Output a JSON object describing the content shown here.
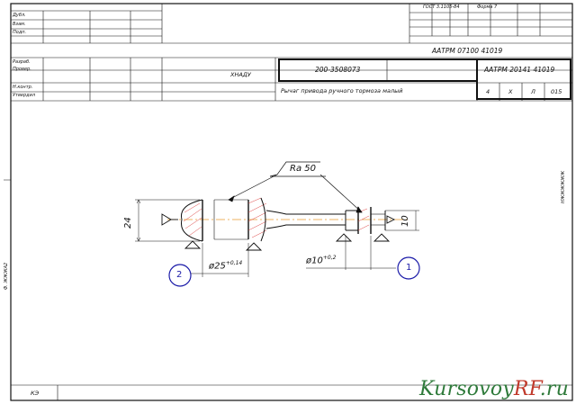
{
  "stamp": {
    "gost": "ГОСТ 3.1105-84",
    "form": "Форма 7",
    "row_labels_top": [
      "Дубл.",
      "Взам.",
      "Подп."
    ],
    "doc_code_top": "ААТРМ 07100 41019",
    "row_labels_mid": [
      "Разраб.",
      "Провер.",
      "Н.контр.",
      "Утвердил"
    ],
    "org": "ХНАДУ",
    "part_number": "200-3508073",
    "doc_code_main": "ААТРМ 20141 41019",
    "part_name": "Рычаг привода ручного тормоза малый",
    "sheet_cells": [
      "4",
      "Х",
      "Л",
      "015"
    ]
  },
  "drawing": {
    "roughness": "Ra 50",
    "dim_height_left": "24",
    "dim_height_right": "10",
    "dim_d1": "ø25",
    "dim_d1_tol": "+0,14",
    "dim_d2": "ø10",
    "dim_d2_tol": "+0,2",
    "surface_1": "1",
    "surface_2": "2"
  },
  "side_texts": {
    "left_vertical": "Ф. ЖЖЖА2",
    "right_vertical": "НЖЖЖЖЖЖ",
    "bottom_left": "КЭ"
  },
  "watermark": {
    "main": "Kursovoy",
    "accent": "RF",
    "suffix": ".ru"
  },
  "colors": {
    "line": "#111111",
    "axis": "#e89a2e",
    "callout": "#1a1aa8",
    "watermark_green": "#2e7a3a",
    "watermark_red": "#c0392b"
  }
}
